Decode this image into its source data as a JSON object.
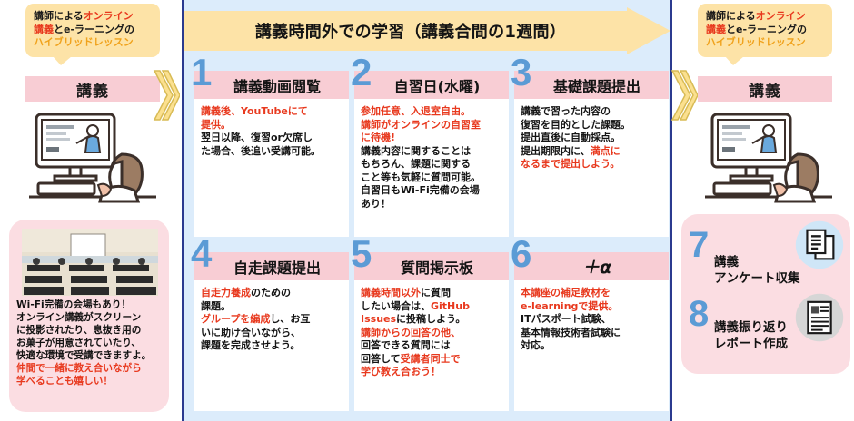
{
  "colors": {
    "banner_bg": "#fde3a7",
    "center_bg": "#dcecfb",
    "card_head": "#f8cdd4",
    "number_blue": "#5b9bd5",
    "accent_red": "#e8391e",
    "pink_panel": "#fbdde2",
    "border_navy": "#2b3a8f"
  },
  "left": {
    "bubble": {
      "line1_a": "講師による",
      "line1_b": "オンライン",
      "line2_a": "講義",
      "line2_b": "とe-ラーニングの",
      "line3": "ハイブリッドレッスン"
    },
    "lecture_label": "講義",
    "illustration_name": "person-watching-online-lecture-on-desktop",
    "pinkbox": {
      "photo_name": "classroom-venue-photo",
      "line1": "Wi-Fi完備の会場もあり！",
      "line2": "オンライン講義がスクリーン",
      "line3": "に投影されたり、息抜き用の",
      "line4": "お菓子が用意されていたり、",
      "line5": "快適な環境で受講できますよ。",
      "line6_red": "仲間で一緒に教え合いながら",
      "line7_red": "学べることも嬉しい！"
    }
  },
  "center": {
    "banner_title": "講義時間外での学習（講義合間の1週間）",
    "cards": [
      {
        "number": "1",
        "title": "講義動画閲覧",
        "body": [
          {
            "text": "講義後、YouTubeにて",
            "color": "red"
          },
          {
            "text": "提供。",
            "color": "red"
          },
          {
            "text": "翌日以降、復習or欠席し",
            "color": "black"
          },
          {
            "text": "た場合、後追い受講可能。",
            "color": "black"
          }
        ]
      },
      {
        "number": "2",
        "title": "自習日(水曜)",
        "body": [
          {
            "text": "参加任意、入退室自由。",
            "color": "red"
          },
          {
            "text": "講師がオンラインの自習室",
            "color": "red"
          },
          {
            "text": "に待機!",
            "color": "red"
          },
          {
            "text": "講義内容に関することは",
            "color": "black"
          },
          {
            "text": "もちろん、課題に関する",
            "color": "black"
          },
          {
            "text": "こと等も気軽に質問可能。",
            "color": "black"
          },
          {
            "text": "自習日もWi-Fi完備の会場",
            "color": "black"
          },
          {
            "text": "あり！",
            "color": "black"
          }
        ]
      },
      {
        "number": "3",
        "title": "基礎課題提出",
        "body": [
          {
            "text": "講義で習った内容の",
            "color": "black"
          },
          {
            "text": "復習を目的とした課題。",
            "color": "black"
          },
          {
            "text": "提出直後に自動採点。",
            "color": "black"
          },
          {
            "text": "提出期限内に、",
            "color": "black",
            "tail": "満点に",
            "tail_color": "red"
          },
          {
            "text": "なるまで提出しよう。",
            "color": "red2"
          }
        ]
      },
      {
        "number": "4",
        "title": "自走課題提出",
        "body": [
          {
            "text": "自走力養成",
            "color": "red",
            "tail": "のための",
            "tail_color": "black"
          },
          {
            "text": "課題。",
            "color": "black"
          },
          {
            "text": "グループを編成",
            "color": "red",
            "tail": "し、お互",
            "tail_color": "black"
          },
          {
            "text": "いに助け合いながら、",
            "color": "black"
          },
          {
            "text": "課題を完成させよう。",
            "color": "black"
          }
        ]
      },
      {
        "number": "5",
        "title": "質問掲示板",
        "body": [
          {
            "text": "講義時間以外",
            "color": "red",
            "tail": "に質問",
            "tail_color": "black"
          },
          {
            "text": "したい場合は、",
            "color": "black",
            "tail": "GitHub",
            "tail_color": "red"
          },
          {
            "text": "Issues",
            "color": "red",
            "tail": "に投稿しよう。",
            "tail_color": "black"
          },
          {
            "text": "講師からの回答の他、",
            "color": "red"
          },
          {
            "text": "回答できる質問には",
            "color": "black"
          },
          {
            "text": "回答して",
            "color": "black",
            "tail": "受講者同士で",
            "tail_color": "red"
          },
          {
            "text": "学び教え合おう！",
            "color": "red"
          }
        ]
      },
      {
        "number": "6",
        "title": "＋α",
        "body": [
          {
            "text": "本講座の補足教材を",
            "color": "red"
          },
          {
            "text": "e-learningで提供。",
            "color": "red"
          },
          {
            "text": "ITパスポート試験、",
            "color": "black"
          },
          {
            "text": "基本情報技術者試験に",
            "color": "black"
          },
          {
            "text": "対応。",
            "color": "black"
          }
        ]
      }
    ]
  },
  "right": {
    "bubble": {
      "line1_a": "講師による",
      "line1_b": "オンライン",
      "line2_a": "講義",
      "line2_b": "とe-ラーニングの",
      "line3": "ハイブリッドレッスン"
    },
    "lecture_label": "講義",
    "illustration_name": "person-watching-online-lecture-on-desktop",
    "steps": [
      {
        "number": "7",
        "label_line1": "講義",
        "label_line2": "アンケート収集",
        "icon_name": "survey-documents-icon"
      },
      {
        "number": "8",
        "label_line1": "講義振り返り",
        "label_line2": "レポート作成",
        "icon_name": "report-document-icon"
      }
    ]
  }
}
